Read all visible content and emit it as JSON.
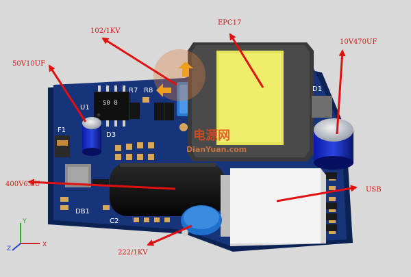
{
  "annotations": {
    "cap_y1": "102/1KV",
    "transformer": "EPC17",
    "cap_input": "50V10UF",
    "cap_output": "10V470UF",
    "cap_bulk": "400V6.8U",
    "usb": "USB",
    "cap_y2": "222/1KV"
  },
  "silkscreen": {
    "u1": "U1",
    "r7": "R7",
    "r8": "R8",
    "d1": "D1",
    "f1": "F1",
    "d3": "D3",
    "db1": "DB1",
    "c2": "C2"
  },
  "chip_marking": "S0 8",
  "watermark": {
    "cn": "电源网",
    "url": "DianYuan.com"
  },
  "axes": {
    "x": "X",
    "y": "Y",
    "z": "Z"
  },
  "colors": {
    "background": "#d9d9d9",
    "pcb": "#17347a",
    "arrow": "#e01010",
    "transformer_core": "#4a4a4a",
    "bobbin": "#e4e35a",
    "usb_body": "#f4f4f4"
  }
}
